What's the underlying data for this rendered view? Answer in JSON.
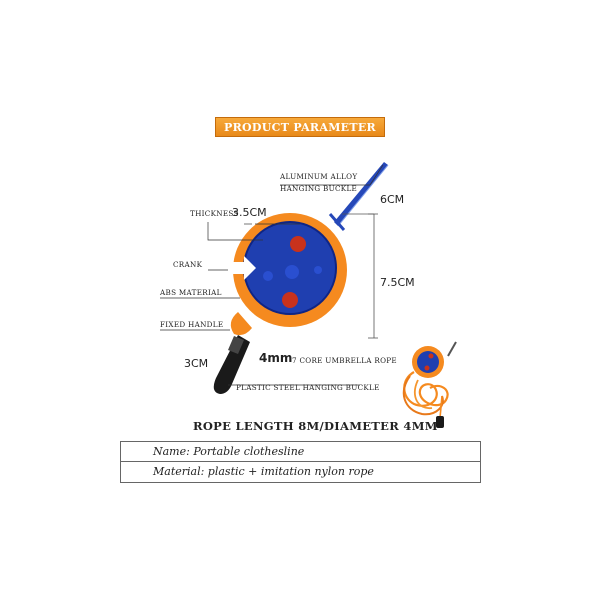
{
  "banner": "PRODUCT PARAMETER",
  "labels": {
    "aluminum_line1": "ALUMINUM ALLOY",
    "aluminum_line2": "HANGING BUCKLE",
    "thickness": "THICKNESS",
    "crank": "CRANK",
    "abs": "ABS MATERIAL",
    "fixed_handle": "FIXED HANDLE",
    "core_rope": "7 CORE UMBRELLA ROPE",
    "plastic_buckle": "PLASTIC STEEL HANGING BUCKLE"
  },
  "dimensions": {
    "thickness": "3.5CM",
    "buckle_length": "6CM",
    "body_height": "7.5CM",
    "handle_length": "3CM",
    "rope_diameter": "4mm"
  },
  "rope_length": "ROPE LENGTH 8M/DIAMETER 4MM",
  "specs": {
    "name": "Name: Portable clothesline",
    "material": "Material: plastic + imitation nylon rope"
  },
  "colors": {
    "orange": "#f58a1f",
    "blue": "#1f3fb0",
    "red": "#c8321c",
    "black": "#1a1a1a",
    "banner": "#f29a2e"
  }
}
